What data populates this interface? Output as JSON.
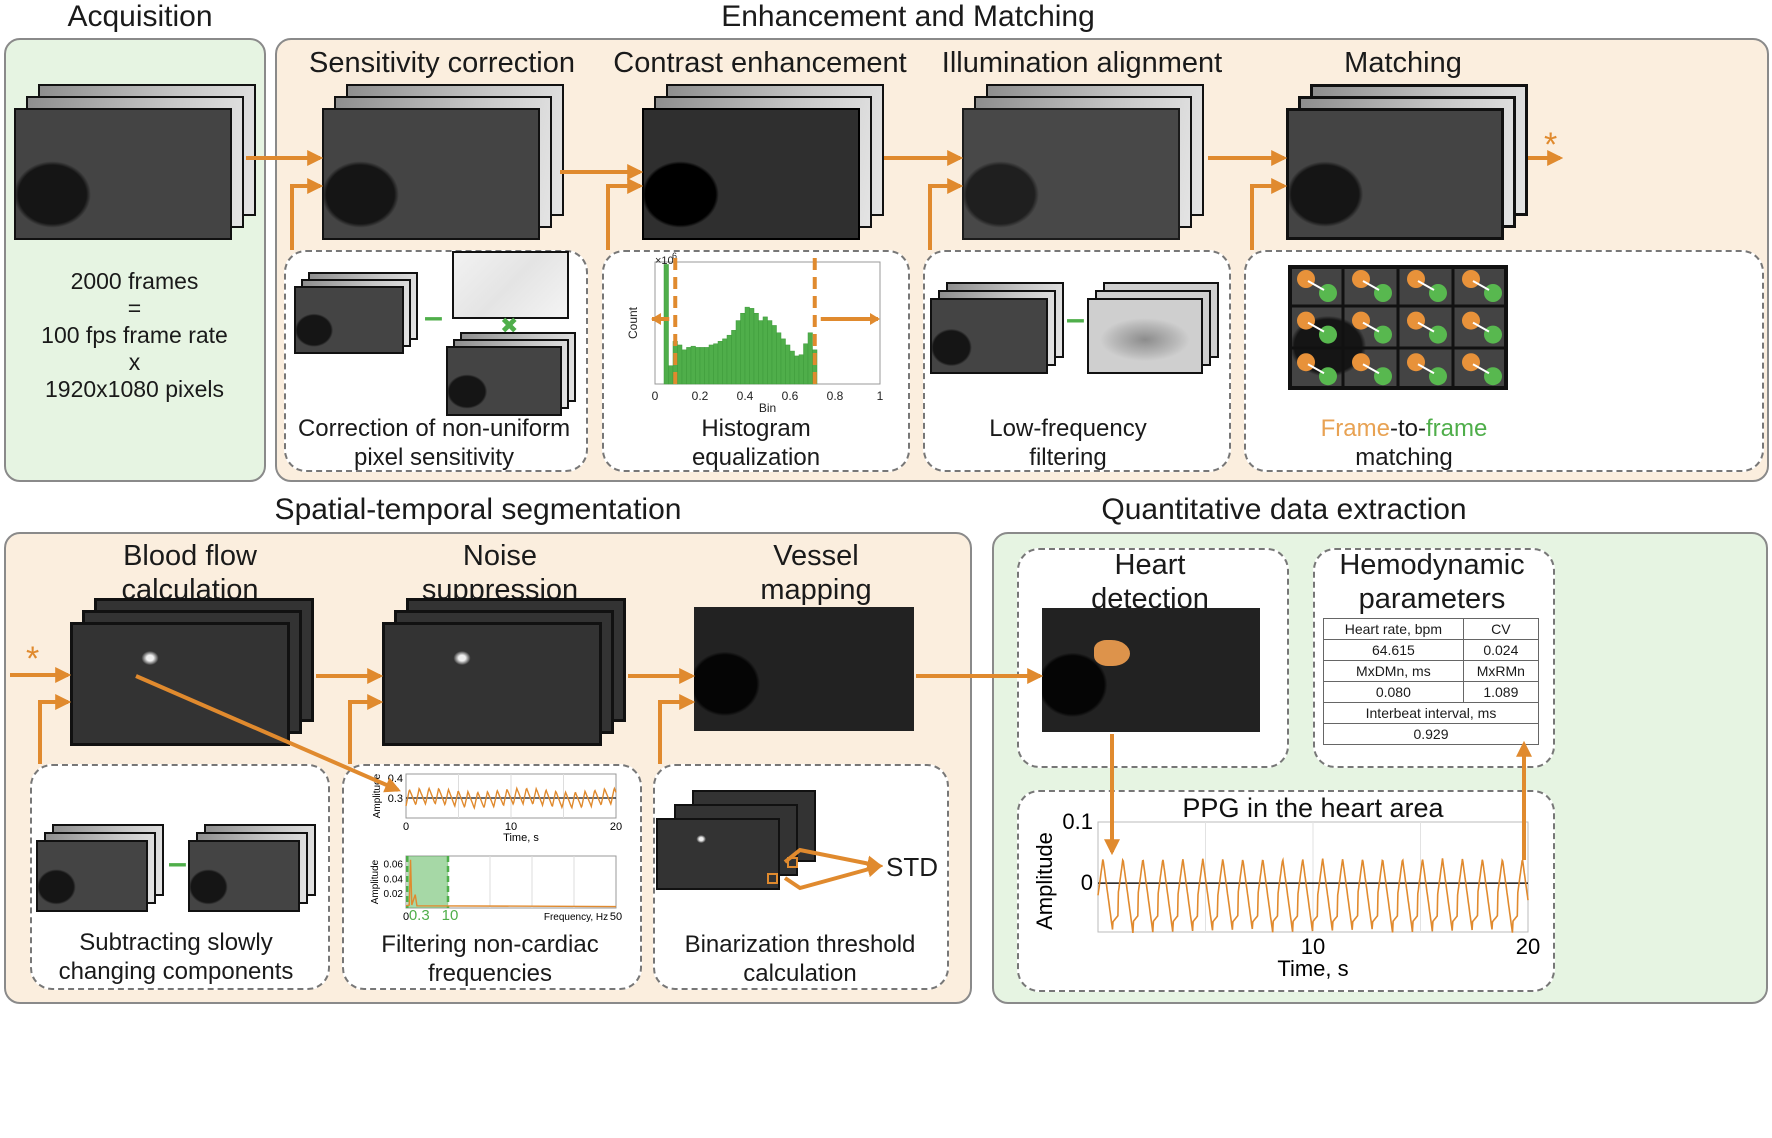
{
  "sections": {
    "acquisition": "Acquisition",
    "enhancement": "Enhancement and Matching",
    "segmentation": "Spatial-temporal segmentation",
    "quant": "Quantitative data extraction"
  },
  "acquisition_info": {
    "line1": "2000 frames",
    "line2": "=",
    "line3": "100 fps frame rate",
    "line4": "x",
    "line5": "1920x1080 pixels"
  },
  "steps": {
    "sensitivity": "Sensitivity correction",
    "contrast": "Contrast enhancement",
    "illumination": "Illumination alignment",
    "matching": "Matching",
    "blood_flow_1": "Blood flow",
    "blood_flow_2": "calculation",
    "noise_1": "Noise",
    "noise_2": "suppression",
    "vessel_1": "Vessel",
    "vessel_2": "mapping",
    "heart_1": "Heart",
    "heart_2": "detection",
    "hemo_1": "Hemodynamic",
    "hemo_2": "parameters"
  },
  "captions": {
    "sens_1": "Correction of non-uniform",
    "sens_2": "pixel sensitivity",
    "hist_1": "Histogram",
    "hist_2": "equalization",
    "lowfreq_1": "Low-frequency",
    "lowfreq_2": "filtering",
    "match_frame1": "Frame",
    "match_dash1": "-",
    "match_to": "to",
    "match_dash2": "-",
    "match_frame2": "frame",
    "match_2": "matching",
    "sub_1": "Subtracting slowly",
    "sub_2": "changing components",
    "filt_1": "Filtering non-cardiac",
    "filt_2": "frequencies",
    "bin_1": "Binarization threshold",
    "bin_2": "calculation",
    "std": "STD",
    "ppg_title": "PPG in the heart area"
  },
  "symbols": {
    "star": "*",
    "minus": "–",
    "times": "✖"
  },
  "hemo_table": {
    "r1": [
      "Heart rate, bpm",
      "CV"
    ],
    "r2": [
      "64.615",
      "0.024"
    ],
    "r3": [
      "MxDMn, ms",
      "MxRMn"
    ],
    "r4": [
      "0.080",
      "1.089"
    ],
    "r5": "Interbeat interval, ms",
    "r6": "0.929"
  },
  "colors": {
    "orange": "#e08a2e",
    "green": "#4fae4a",
    "peach": "#fbeede",
    "mint": "#e6f4e2"
  },
  "chart_data": [
    {
      "type": "bar",
      "xlabel": "Bin",
      "ylabel": "Count",
      "multiplier": "×10",
      "exponent": "6",
      "xticks": [
        "0",
        "0.2",
        "0.4",
        "0.6",
        "0.8",
        "1"
      ],
      "xlim": [
        0,
        1
      ],
      "thresholds": [
        0.09,
        0.71
      ],
      "bins_x": [
        0.05,
        0.07,
        0.09,
        0.11,
        0.13,
        0.15,
        0.17,
        0.19,
        0.21,
        0.23,
        0.25,
        0.27,
        0.29,
        0.31,
        0.33,
        0.35,
        0.37,
        0.39,
        0.41,
        0.43,
        0.45,
        0.47,
        0.49,
        0.51,
        0.53,
        0.55,
        0.57,
        0.59,
        0.61,
        0.63,
        0.65,
        0.67,
        0.69,
        0.71
      ],
      "bins_y": [
        0.98,
        0.15,
        0.35,
        0.32,
        0.28,
        0.3,
        0.31,
        0.3,
        0.3,
        0.3,
        0.32,
        0.33,
        0.35,
        0.37,
        0.4,
        0.44,
        0.52,
        0.58,
        0.63,
        0.62,
        0.58,
        0.52,
        0.55,
        0.52,
        0.48,
        0.42,
        0.37,
        0.32,
        0.27,
        0.23,
        0.24,
        0.33,
        0.42,
        0.28
      ]
    },
    {
      "type": "line",
      "xlabel": "Time, s",
      "ylabel": "Amplitude",
      "xticks": [
        "0",
        "10",
        "20"
      ],
      "yticks": [
        "0.3",
        "0.4"
      ],
      "xlim": [
        0,
        20
      ],
      "ylim": [
        0.2,
        0.42
      ],
      "baseline": 0.3,
      "period": 0.929,
      "mean": 0.3,
      "amplitude": 0.05
    },
    {
      "type": "line",
      "xlabel": "Frequency, Hz",
      "ylabel": "Amplitude",
      "xticks": [
        "0",
        "50"
      ],
      "yticks": [
        "0.02",
        "0.04",
        "0.06"
      ],
      "xlim": [
        0,
        50
      ],
      "ylim": [
        0,
        0.07
      ],
      "band_labels": [
        "0.3",
        "10"
      ],
      "band": [
        0.3,
        10
      ],
      "peak_x": 1.08,
      "peak_y": 0.065
    },
    {
      "type": "line",
      "title": "PPG in the heart area",
      "xlabel": "Time, s",
      "ylabel": "Amplitude",
      "xticks": [
        "10",
        "20"
      ],
      "yticks": [
        "0",
        "0.1"
      ],
      "xlim": [
        0,
        20
      ],
      "ylim": [
        -0.08,
        0.1
      ],
      "period": 0.929,
      "amplitude": 0.055
    }
  ]
}
